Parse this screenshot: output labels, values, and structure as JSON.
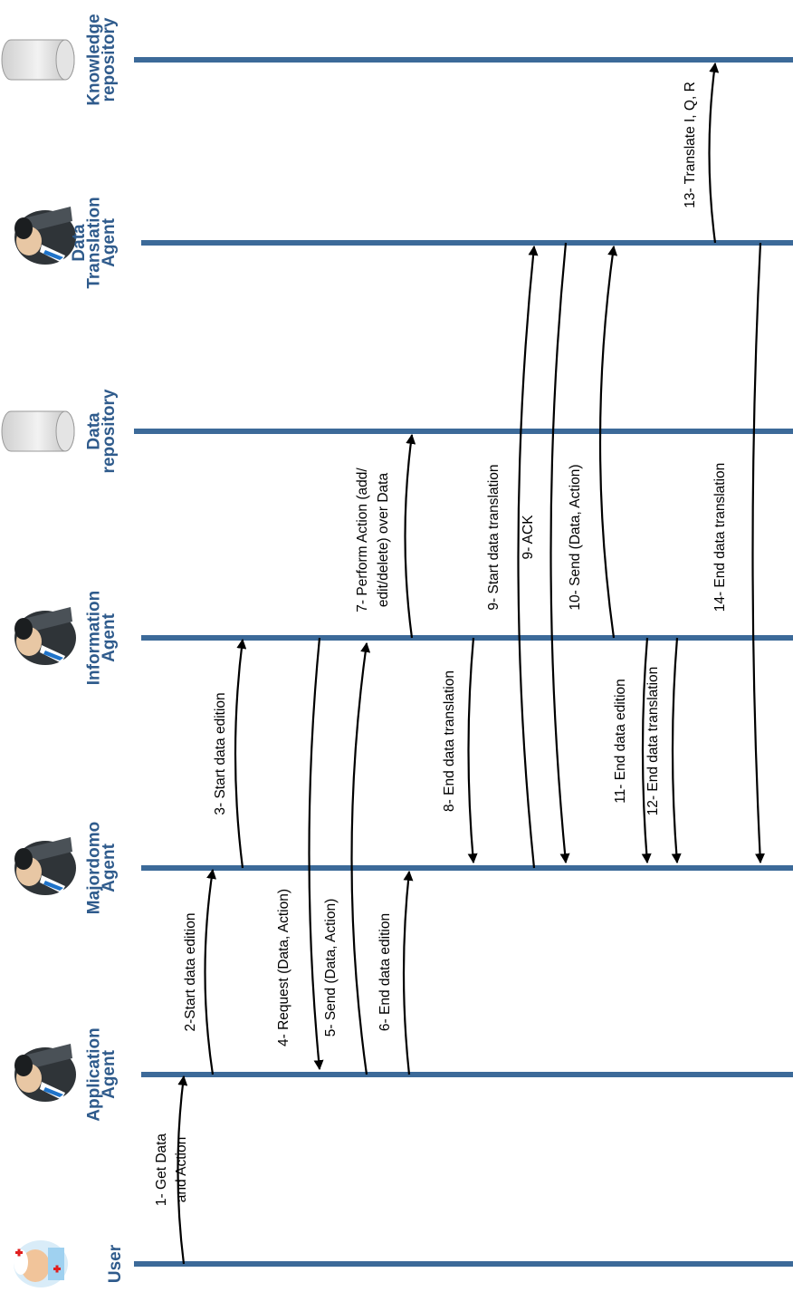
{
  "participants": [
    {
      "key": "user",
      "lines": [
        "User"
      ],
      "icon": "nurse-icon"
    },
    {
      "key": "application",
      "lines": [
        "Application",
        "Agent"
      ],
      "icon": "agent-icon"
    },
    {
      "key": "majordomo",
      "lines": [
        "Majordomo",
        "Agent"
      ],
      "icon": "agent-icon"
    },
    {
      "key": "information",
      "lines": [
        "Information",
        "Agent"
      ],
      "icon": "agent-icon"
    },
    {
      "key": "data_repository",
      "lines": [
        "Data",
        "repository"
      ],
      "icon": "database-icon"
    },
    {
      "key": "data_translation",
      "lines": [
        "Data",
        "Translation",
        "Agent"
      ],
      "icon": "agent-icon"
    },
    {
      "key": "knowledge_repository",
      "lines": [
        "Knowledge",
        "repository"
      ],
      "icon": "database-icon"
    }
  ],
  "messages": [
    {
      "from": "user",
      "to": "application",
      "lines": [
        "1- Get Data",
        "and Action"
      ]
    },
    {
      "from": "application",
      "to": "majordomo",
      "lines": [
        "2-Start data edition"
      ]
    },
    {
      "from": "majordomo",
      "to": "information",
      "lines": [
        "3- Start data edition"
      ]
    },
    {
      "from": "information",
      "to": "application",
      "lines": [
        "4- Request (Data, Action)"
      ]
    },
    {
      "from": "application",
      "to": "information",
      "lines": [
        "5- Send (Data, Action)"
      ]
    },
    {
      "from": "application",
      "to": "majordomo",
      "lines": [
        "6- End data edition"
      ]
    },
    {
      "from": "information",
      "to": "data_repository",
      "lines": [
        "7- Perform Action (add/",
        "edit/delete) over Data"
      ]
    },
    {
      "from": "information",
      "to": "majordomo",
      "lines": [
        "8- End data translation"
      ]
    },
    {
      "from": "majordomo",
      "to": "data_translation",
      "lines": [
        "9- Start data translation"
      ]
    },
    {
      "from": "data_translation",
      "to": "majordomo",
      "lines": [
        "9- ACK"
      ]
    },
    {
      "from": "information",
      "to": "data_translation",
      "lines": [
        "10- Send (Data, Action)"
      ]
    },
    {
      "from": "information",
      "to": "majordomo",
      "lines": [
        "11- End data edition"
      ]
    },
    {
      "from": "information",
      "to": "majordomo",
      "lines": [
        "12- End data translation"
      ]
    },
    {
      "from": "data_translation",
      "to": "knowledge_repository",
      "lines": [
        "13- Translate I, Q, R"
      ]
    },
    {
      "from": "data_translation",
      "to": "majordomo",
      "lines": [
        "14- End data translation"
      ]
    }
  ]
}
